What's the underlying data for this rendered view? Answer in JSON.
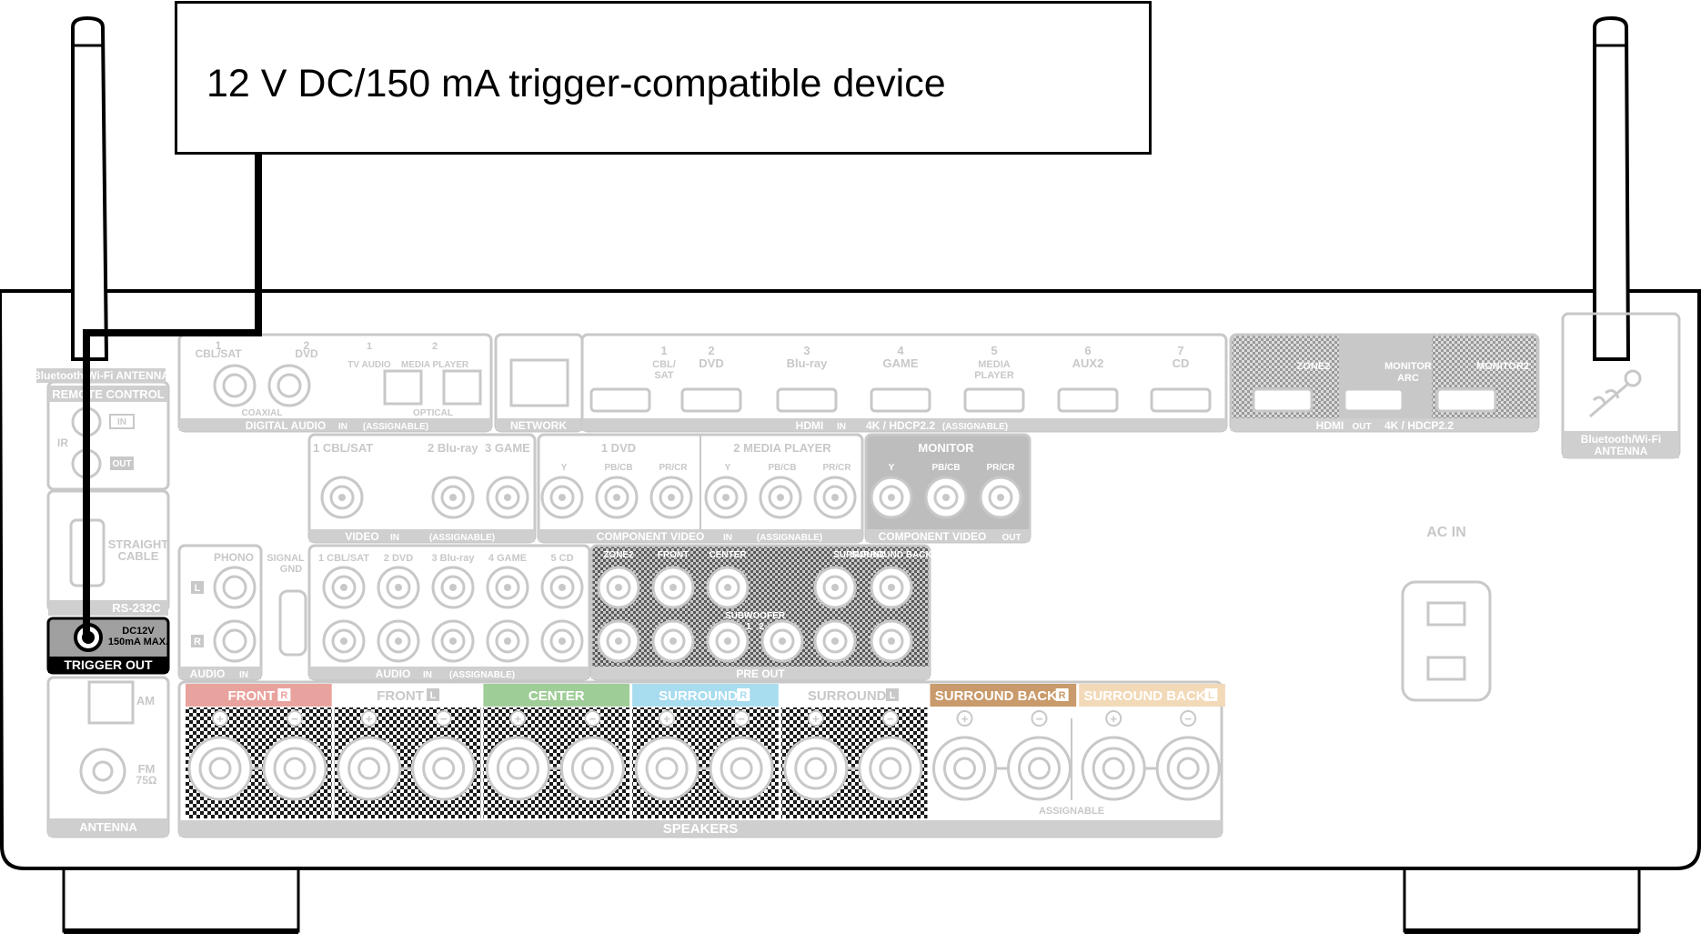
{
  "device_label": "12 V DC/150 mA trigger-compatible device",
  "antenna_left_label": "Bluetooth/Wi-Fi ANTENNA",
  "antenna_right_label_line1": "Bluetooth/Wi-Fi",
  "antenna_right_label_line2": "ANTENNA",
  "remote_control": {
    "title": "REMOTE CONTROL",
    "ir": "IR",
    "in": "IN",
    "out": "OUT"
  },
  "rs232c": {
    "title": "RS-232C",
    "line1": "STRAIGHT",
    "line2": "CABLE"
  },
  "trigger_out": {
    "title": "TRIGGER OUT",
    "line1": "DC12V",
    "line2": "150mA MAX."
  },
  "antenna_section": {
    "title": "ANTENNA",
    "am": "AM",
    "fm": "FM",
    "ohm": "75Ω"
  },
  "digital_audio": {
    "inputs": [
      {
        "num": "1",
        "name": "CBL/SAT"
      },
      {
        "num": "2",
        "name": "DVD"
      },
      {
        "num": "1",
        "name": "TV AUDIO"
      },
      {
        "num": "2",
        "name": "MEDIA PLAYER"
      }
    ],
    "coaxial": "COAXIAL",
    "optical": "OPTICAL",
    "title": "DIGITAL AUDIO",
    "in_tag": "IN",
    "assignable": "(ASSIGNABLE)"
  },
  "network": "NETWORK",
  "hdmi_in": {
    "inputs": [
      {
        "num": "1",
        "name": "CBL/ SAT"
      },
      {
        "num": "2",
        "name": "DVD"
      },
      {
        "num": "3",
        "name": "Blu-ray"
      },
      {
        "num": "4",
        "name": "GAME"
      },
      {
        "num": "5",
        "name": "MEDIA PLAYER"
      },
      {
        "num": "6",
        "name": "AUX2"
      },
      {
        "num": "7",
        "name": "CD"
      }
    ],
    "title": "HDMI",
    "in_tag": "IN",
    "spec": "4K / HDCP2.2",
    "assignable": "(ASSIGNABLE)"
  },
  "hdmi_out": {
    "zone2": "ZONE2",
    "monitor_arc_line1": "MONITOR",
    "monitor_arc_line2": "ARC",
    "monitor2": "MONITOR2",
    "title": "HDMI",
    "out_tag": "OUT",
    "spec": "4K / HDCP2.2"
  },
  "video_in": {
    "labels": [
      "1 CBL/SAT",
      "2 Blu-ray",
      "3 GAME"
    ],
    "title": "VIDEO",
    "in_tag": "IN",
    "assignable": "(ASSIGNABLE)"
  },
  "component_in": {
    "group1": "1 DVD",
    "group2": "2 MEDIA PLAYER",
    "y": "Y",
    "pb": "PB/CB",
    "pr": "PR/CR",
    "title": "COMPONENT VIDEO",
    "in_tag": "IN",
    "assignable": "(ASSIGNABLE)"
  },
  "component_out": {
    "monitor": "MONITOR",
    "y": "Y",
    "pb": "PB/CB",
    "pr": "PR/CR",
    "title": "COMPONENT VIDEO",
    "out_tag": "OUT"
  },
  "ac_in": "AC IN",
  "audio_phono": {
    "phono": "PHONO",
    "signal": "SIGNAL",
    "gnd": "GND",
    "l": "L",
    "r": "R",
    "title": "AUDIO",
    "in_tag": "IN"
  },
  "audio_in": {
    "labels": [
      "1 CBL/SAT",
      "2 DVD",
      "3 Blu-ray",
      "4 GAME",
      "5 CD"
    ],
    "title": "AUDIO",
    "in_tag": "IN",
    "assignable": "(ASSIGNABLE)"
  },
  "pre_out": {
    "labels": [
      "ZONE2",
      "FRONT",
      "CENTER",
      "SURROUND",
      "SURROUND BACK"
    ],
    "subwoofer": "SUBWOOFER",
    "sw1": "1",
    "sw2": "2",
    "title": "PRE OUT"
  },
  "speakers": {
    "groups": [
      {
        "name": "FRONT",
        "side": "R",
        "color": "#e9a39e"
      },
      {
        "name": "FRONT",
        "side": "L",
        "color": "#ffffff"
      },
      {
        "name": "CENTER",
        "side": "",
        "color": "#9fcd97"
      },
      {
        "name": "SURROUND",
        "side": "R",
        "color": "#a8dcef"
      },
      {
        "name": "SURROUND",
        "side": "L",
        "color": "#ffffff"
      },
      {
        "name": "SURROUND BACK",
        "side": "R",
        "color": "#c99a6b"
      },
      {
        "name": "SURROUND BACK",
        "side": "L",
        "color": "#f2d9b8"
      }
    ],
    "assignable": "ASSIGNABLE",
    "title": "SPEAKERS",
    "plus": "+",
    "minus": "−"
  }
}
